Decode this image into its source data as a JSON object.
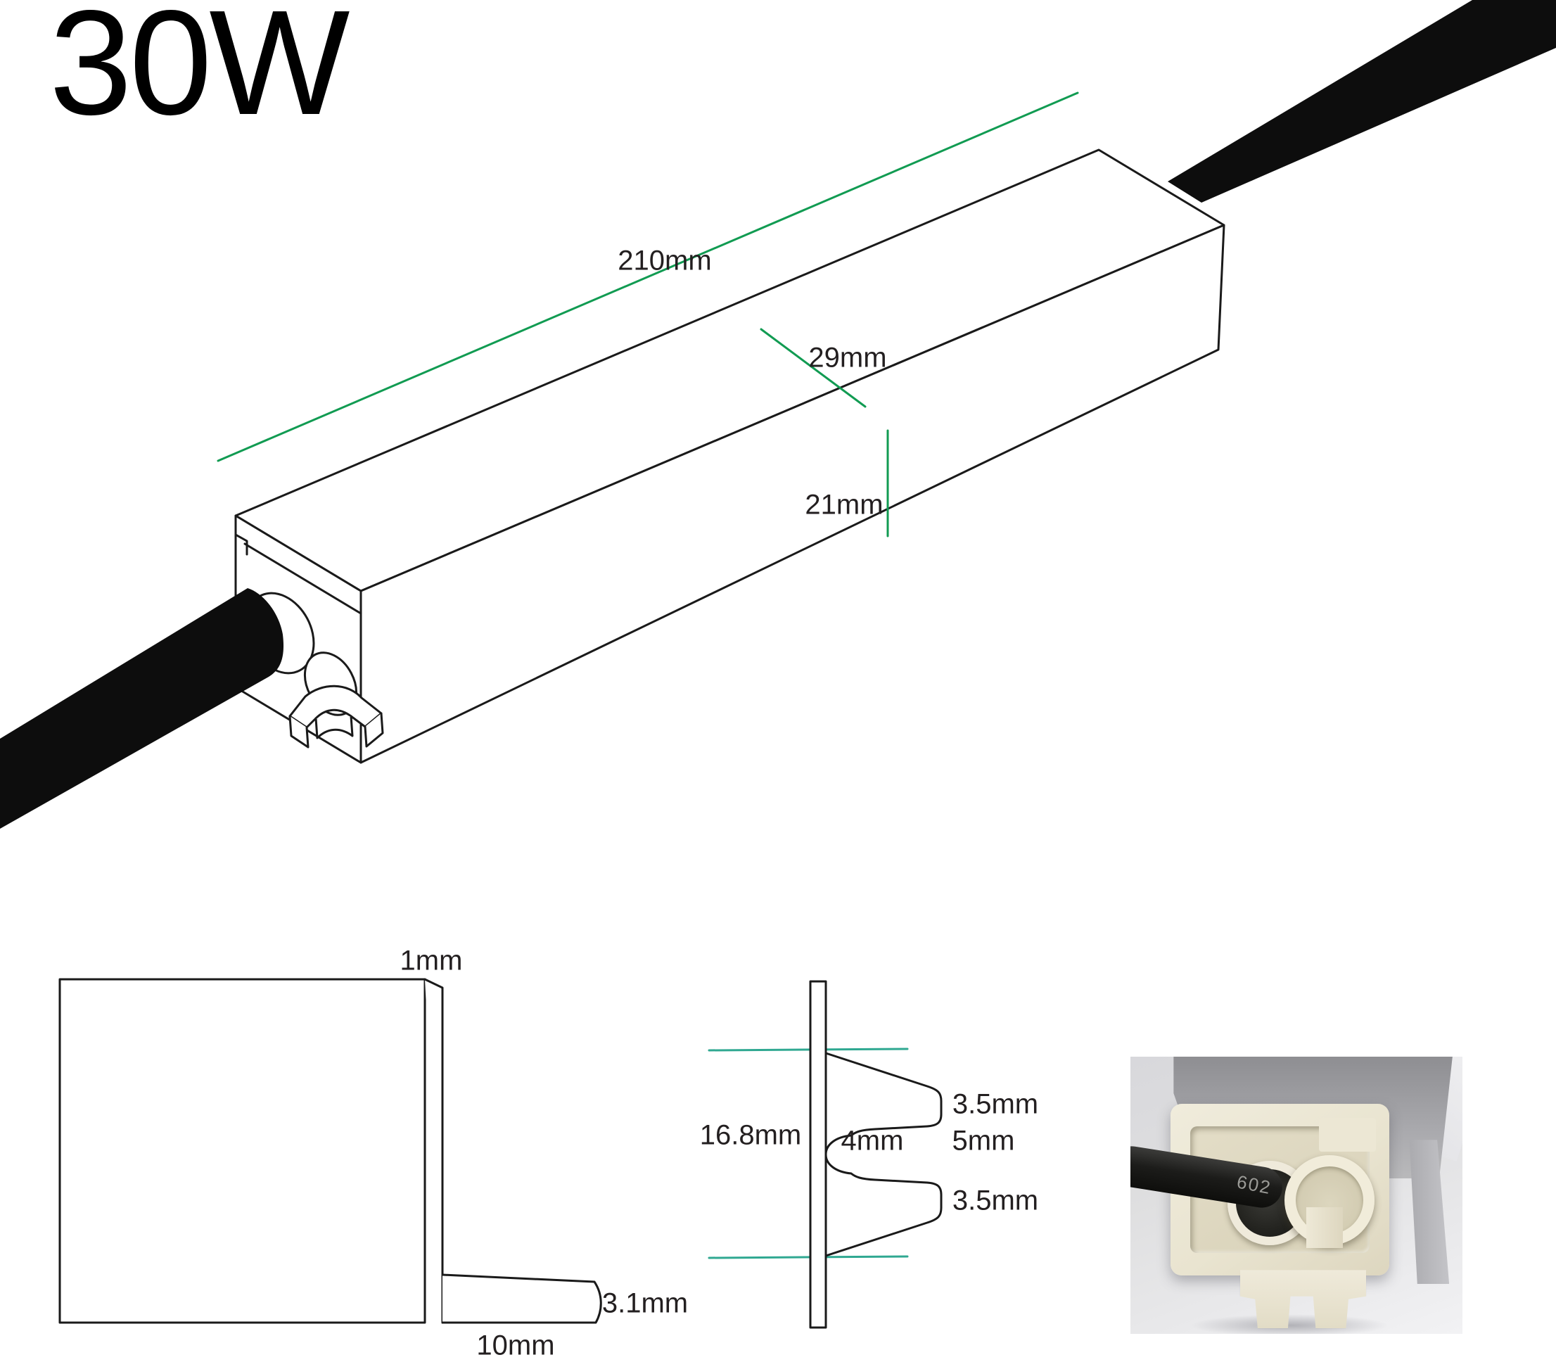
{
  "title": "30W",
  "colors": {
    "line_black": "#1a1a1a",
    "dimension_green": "#119b52",
    "profile_teal": "#2fa891",
    "cable_black": "#0d0d0d",
    "photo_cap_cream": "#e9e4d0",
    "photo_aluminum_gray": "#9a9a9e"
  },
  "isometric_view": {
    "length_label": "210mm",
    "width_label": "29mm",
    "height_label": "21mm"
  },
  "end_view": {
    "lip_label": "1mm",
    "tab_thickness_label": "3.1mm",
    "tab_length_label": "10mm"
  },
  "clip_profile_view": {
    "overall_height_label": "16.8mm",
    "notch_label": "4mm",
    "gap_label": "5mm",
    "top_tooth_label": "3.5mm",
    "bottom_tooth_label": "3.5mm"
  },
  "photo": {
    "cable_marking": "602"
  }
}
